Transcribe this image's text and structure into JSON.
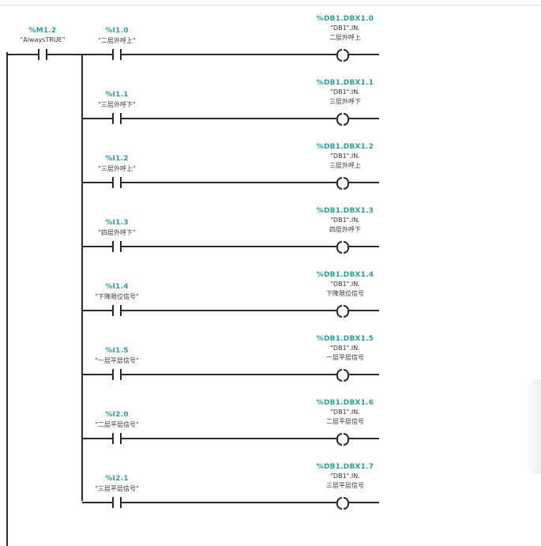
{
  "network": {
    "input": {
      "address": "%M1.2",
      "symbol": "\"AlwaysTRUE\""
    },
    "rungs": [
      {
        "contact_address": "%I1.0",
        "contact_symbol": "\"二层外呼上\"",
        "coil_address": "%DB1.DBX1.0",
        "coil_db": "\"DB1\".IN.",
        "coil_member": "二层外呼上"
      },
      {
        "contact_address": "%I1.1",
        "contact_symbol": "\"三层外呼下\"",
        "coil_address": "%DB1.DBX1.1",
        "coil_db": "\"DB1\".IN.",
        "coil_member": "三层外呼下"
      },
      {
        "contact_address": "%I1.2",
        "contact_symbol": "\"三层外呼上\"",
        "coil_address": "%DB1.DBX1.2",
        "coil_db": "\"DB1\".IN.",
        "coil_member": "三层外呼上"
      },
      {
        "contact_address": "%I1.3",
        "contact_symbol": "\"四层外呼下\"",
        "coil_address": "%DB1.DBX1.3",
        "coil_db": "\"DB1\".IN.",
        "coil_member": "四层外呼下"
      },
      {
        "contact_address": "%I1.4",
        "contact_symbol": "\"下降限位信号\"",
        "coil_address": "%DB1.DBX1.4",
        "coil_db": "\"DB1\".IN.",
        "coil_member": "下降限位信号"
      },
      {
        "contact_address": "%I1.5",
        "contact_symbol": "\"一层平层信号\"",
        "coil_address": "%DB1.DBX1.5",
        "coil_db": "\"DB1\".IN.",
        "coil_member": "一层平层信号"
      },
      {
        "contact_address": "%I2.0",
        "contact_symbol": "\"二层平层信号\"",
        "coil_address": "%DB1.DBX1.6",
        "coil_db": "\"DB1\".IN.",
        "coil_member": "二层平层信号"
      },
      {
        "contact_address": "%I2.1",
        "contact_symbol": "\"三层平层信号\"",
        "coil_address": "%DB1.DBX1.7",
        "coil_db": "\"DB1\".IN.",
        "coil_member": "三层平层信号"
      }
    ]
  },
  "colors": {
    "address": "#2a9d9d",
    "wire": "#2a2a2a",
    "text": "#333333"
  }
}
